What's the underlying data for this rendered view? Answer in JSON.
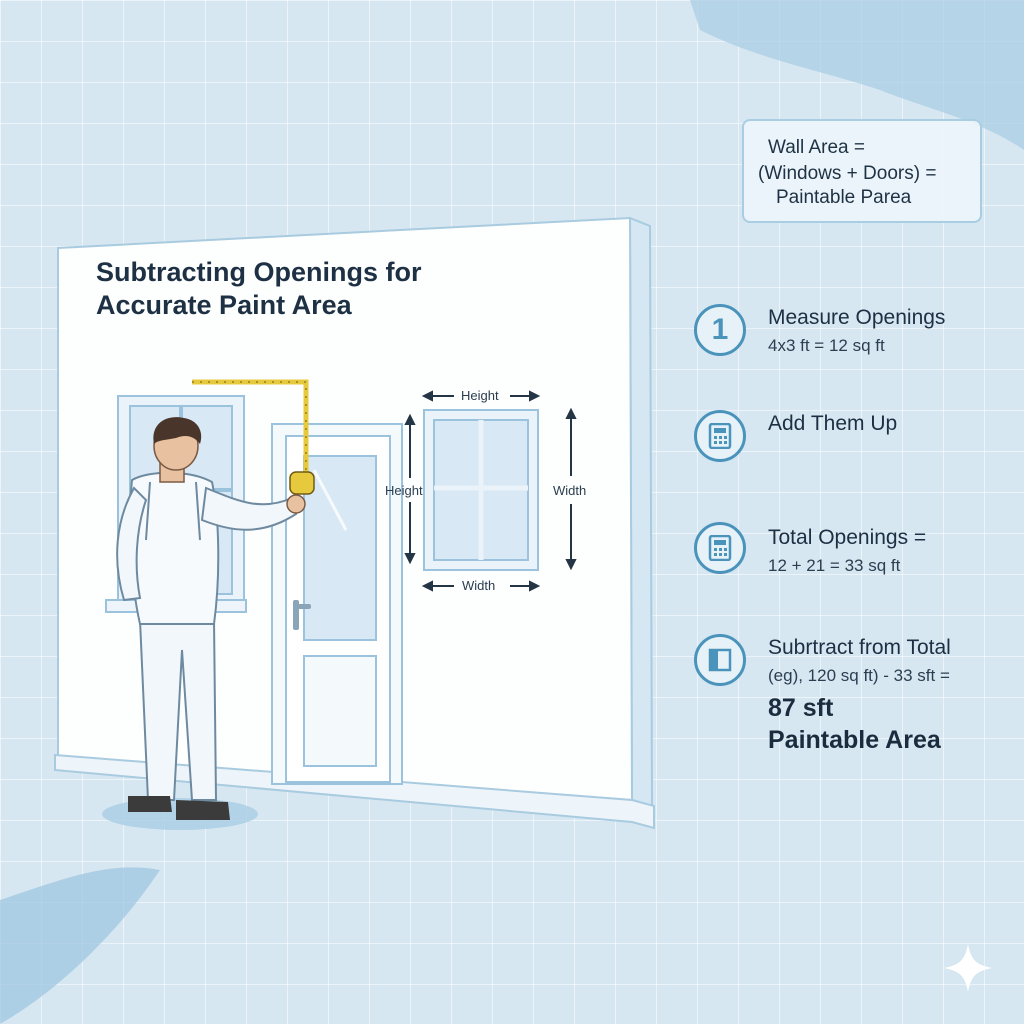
{
  "title": {
    "line1": "Subtracting Openings for",
    "line2": "Accurate Paint Area"
  },
  "dimension_labels": {
    "top": "Height",
    "left": "Height",
    "right": "Width",
    "bottom": "Width"
  },
  "formula": {
    "line1": "Wall Area =",
    "line2": "(Windows + Doors) =",
    "line3": "Paintable Parea"
  },
  "steps": [
    {
      "icon": "number-one-icon",
      "number": "1",
      "title": "Measure Openings",
      "sub": "4x3 ft = 12 sq ft"
    },
    {
      "icon": "calculator-icon",
      "title": "Add Them Up"
    },
    {
      "icon": "calculator-icon",
      "title": "Total Openings =",
      "sub": "12 + 21 = 33 sq ft"
    },
    {
      "icon": "subtract-icon",
      "title": "Subrtract from Total",
      "sub": "(eg), 120 sq ft) - 33 sft =",
      "result_line1": "87 sft",
      "result_line2": "Paintable Area"
    }
  ],
  "colors": {
    "background": "#d6e7f2",
    "wall": "#fdfefe",
    "accent": "#4a93bb",
    "tape": "#e6c93c"
  }
}
